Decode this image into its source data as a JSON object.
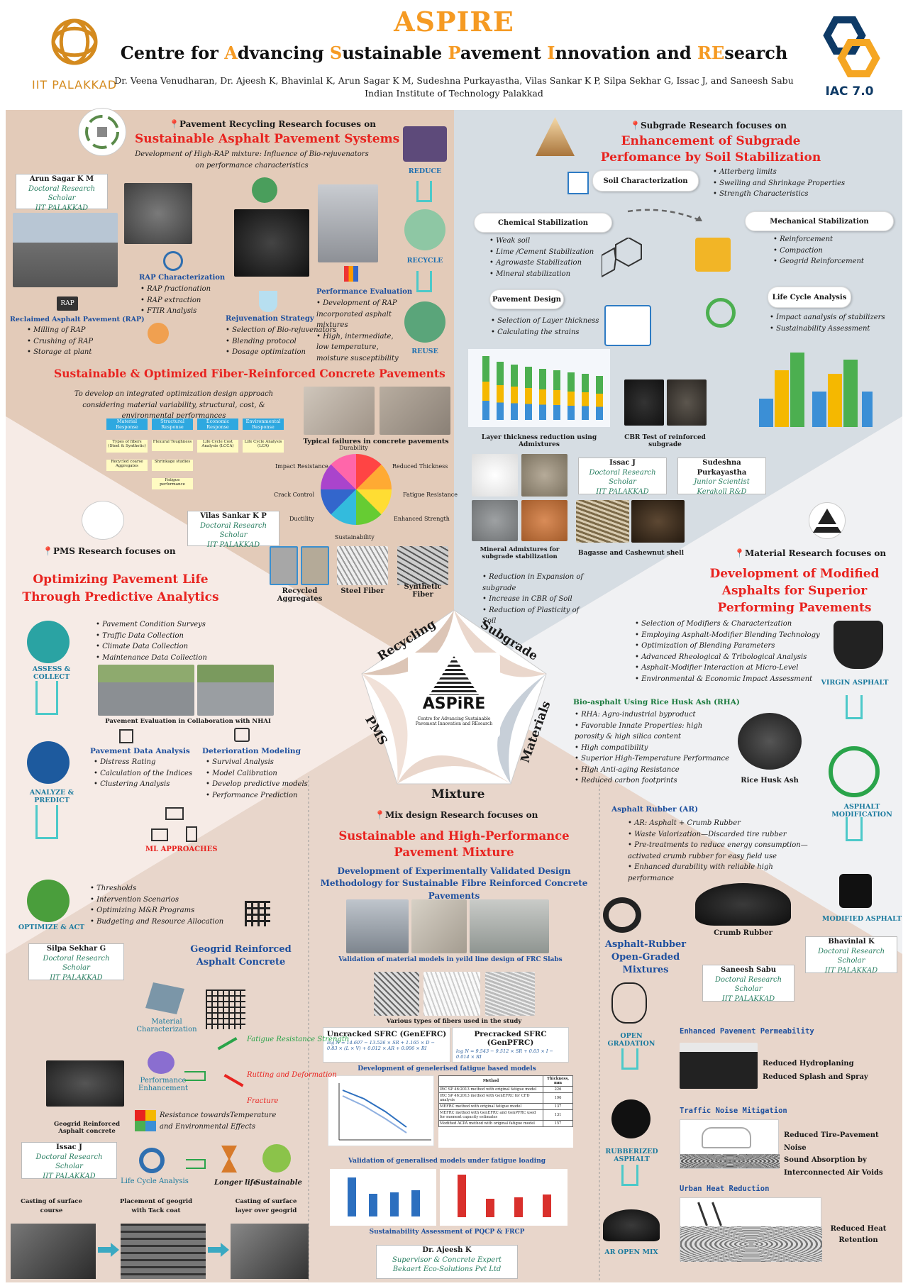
{
  "header": {
    "title": "ASPIRE",
    "subtitle_parts": [
      [
        "Centre for ",
        ""
      ],
      [
        "A",
        "hl"
      ],
      [
        "dvancing ",
        ""
      ],
      [
        "S",
        "hl"
      ],
      [
        "ustainable ",
        ""
      ],
      [
        "P",
        "hl"
      ],
      [
        "avement ",
        ""
      ],
      [
        "I",
        "hl"
      ],
      [
        "nnovation and ",
        ""
      ],
      [
        "RE",
        "hl"
      ],
      [
        "search",
        ""
      ]
    ],
    "authors": "Dr. Veena Venudharan, Dr. Ajeesh K, Bhavinlal K, Arun Sagar K M, Sudeshna Purkayastha, Vilas Sankar K P, Silpa Sekhar G, Issac J, and Saneesh Sabu",
    "institution": "Indian Institute of Technology Palakkad",
    "logo_left": "IIT PALAKKAD",
    "logo_right": "IAC 7.0"
  },
  "recycling": {
    "focus": "Pavement Recycling Research focuses on",
    "title": "Sustainable Asphalt Pavement Systems",
    "subtitle": "Development of High-RAP mixture: Influence of Bio-rejuvenators on performance characteristics",
    "rap_badge": "RAP",
    "rap_title": "Reclaimed Asphalt Pavement (RAP)",
    "rap_items": [
      "Milling of RAP",
      "Crushing of RAP",
      "Storage at plant"
    ],
    "char_title": "RAP Characterization",
    "char_items": [
      "RAP fractionation",
      "RAP extraction",
      "FTIR Analysis"
    ],
    "rejuv_title": "Rejuvenation Strategy",
    "rejuv_items": [
      "Selection of Bio-rejuvenators",
      "Blending protocol",
      "Dosage optimization"
    ],
    "perf_title": "Performance Evaluation",
    "perf_items": [
      "Development of RAP incorporated asphalt mixtures",
      "High, intermediate, low temperature, moisture susceptibility"
    ],
    "cycle": [
      "REDUCE",
      "RECYCLE",
      "REUSE"
    ],
    "person": {
      "name": "Arun Sagar K M",
      "role": "Doctoral Research Scholar",
      "org": "IIT PALAKKAD"
    },
    "frc_title": "Sustainable & Optimized Fiber-Reinforced Concrete Pavements",
    "frc_sub": "To develop an integrated optimization design approach considering material variability, structural, cost, & environmental performances",
    "tree_heads": [
      "Material Response",
      "Structural Response",
      "Economic Response",
      "Environmental Response"
    ],
    "tree_items": [
      "Types of fibers (Steel & Synthetic)",
      "Recycled coarse Aggregates",
      "Flexural Toughness",
      "Shrinkage studies",
      "Fatigue performance",
      "Life Cycle Cost Analysis (LCCA)",
      "Life Cycle Analysis (LCA)"
    ],
    "failures_cap": "Typical failures in concrete pavements",
    "wheel_labels": [
      "Durability",
      "Reduced Thickness",
      "Fatigue Resistance",
      "Enhanced Strength",
      "Sustainability",
      "Ductility",
      "Crack Control",
      "Impact Resistance"
    ],
    "person2": {
      "name": "Vilas Sankar K P",
      "role": "Doctoral Research Scholar",
      "org": "IIT PALAKKAD"
    },
    "materials": [
      "Recycled Aggregates",
      "Steel Fiber",
      "Synthetic Fiber"
    ]
  },
  "subgrade": {
    "focus": "Subgrade Research focuses on",
    "title": "Enhancement of Subgrade Perfomance by Soil Stabilization",
    "soil_char": "Soil Characterization",
    "soil_items": [
      "Atterberg limits",
      "Swelling and Shrinkage Properties",
      "Strength Characteristics"
    ],
    "chem": "Chemical Stabilization",
    "chem_items": [
      "Weak soil",
      "Lime /Cement Stabilization",
      "Agrowaste Stabilization",
      "Mineral stabilization"
    ],
    "mech": "Mechanical Stabilization",
    "mech_items": [
      "Reinforcement",
      "Compaction",
      "Geogrid Reinforcement"
    ],
    "pave": "Pavement Design",
    "pave_items": [
      "Selection of Layer thickness",
      "Calculating the strains"
    ],
    "lca": "Life Cycle Analysis",
    "lca_items": [
      "Impact aanalysis of stabilizers",
      "Sustainability Assessment"
    ],
    "chart_cap": "Layer thickness reduction using Admixtures",
    "cbr_cap": "CBR Test of reinforced subgrade",
    "p1": {
      "name": "Issac J",
      "role": "Doctoral Research Scholar",
      "org": "IIT PALAKKAD"
    },
    "p2": {
      "name": "Sudeshna Purkayastha",
      "role": "Junior Scientist",
      "org": "Kerakoll R&D"
    },
    "adm_cap": "Mineral Admixtures for subgrade stabilization",
    "bag_cap": "Bagasse and Cashewnut shell",
    "results": [
      "Reduction in Expansion of subgrade",
      "Increase in CBR of Soil",
      "Reduction of Plasticity of Soil"
    ]
  },
  "pms": {
    "focus": "PMS Research focuses on",
    "title": "Optimizing Pavement Life Through Predictive Analytics",
    "steps": [
      "ASSESS & COLLECT",
      "ANALYZE & PREDICT",
      "OPTIMIZE & ACT"
    ],
    "collect_items": [
      "Pavement Condition Surveys",
      "Traffic Data Collection",
      "Climate Data Collection",
      "Maintenance Data Collection"
    ],
    "photo_cap": "Pavement Evaluation in Collaboration with NHAI",
    "pda": "Pavement Data Analysis",
    "pda_items": [
      "Distress Rating",
      "Calculation of the Indices",
      "Clustering Analysis"
    ],
    "dm": "Deterioration Modeling",
    "dm_items": [
      "Survival Analysis",
      "Model Calibration",
      "Develop predictive models",
      "Performance Prediction"
    ],
    "ml": "ML APPROACHES",
    "act_items": [
      "Thresholds",
      "Intervention Scenarios",
      "Optimizing M&R Programs",
      "Budgeting and Resource Allocation"
    ],
    "person": {
      "name": "Silpa Sekhar G",
      "role": "Doctoral Research Scholar",
      "org": "IIT PALAKKAD"
    }
  },
  "materials": {
    "focus": "Material Research focuses on",
    "title": "Development of Modified Asphalts for Superior Performing Pavements",
    "items": [
      "Selection of Modifiers & Characterization",
      "Employing Asphalt-Modifier Blending Technology",
      "Optimization of Blending Parameters",
      "Advanced Rheological & Tribological Analysis",
      "Asphalt-Modifier Interaction at Micro-Level",
      "Environmental & Economic Impact Assessment"
    ],
    "flow": [
      "VIRGIN ASPHALT",
      "ASPHALT MODIFICATION",
      "MODIFIED ASPHALT"
    ],
    "rha_title": "Bio-asphalt Using Rice Husk Ash (RHA)",
    "rha_items": [
      "RHA: Agro-industrial byproduct",
      "Favorable Innate Properties: high porosity & high silica content",
      "High compatibility",
      "Superior High-Temperature Performance",
      "High Anti-aging Resistance",
      "Reduced carbon footprints"
    ],
    "rha_cap": "Rice Husk Ash",
    "ar_title": "Asphalt Rubber (AR)",
    "ar_items": [
      "AR: Asphalt + Crumb Rubber",
      "Waste Valorization—Discarded tire rubber",
      "Pre-treatments to reduce energy consumption—activated crumb rubber for easy field use",
      "Enhanced durability with reliable high performance"
    ],
    "cr_cap": "Crumb Rubber",
    "person": {
      "name": "Bhavinlal K",
      "role": "Doctoral Research Scholar",
      "org": "IIT PALAKKAD"
    }
  },
  "center": {
    "labels": [
      "Recycling",
      "Subgrade",
      "Materials",
      "Mixture",
      "PMS"
    ],
    "logo": "ASPiRE",
    "logo_sub": "Centre for Advancing Sustainable Pavement Innovation and REsearch"
  },
  "geogrid": {
    "title": "Geogrid Reinforced Asphalt Concrete",
    "char": "Material Characterization",
    "perf": "Performance Enhancement",
    "fatigue": "Fatigue Resistance Strength",
    "rutting": "Rutting and Deformation",
    "fracture": "Fracture",
    "resist": "Resistance towardsTemperature and Environmental Effects",
    "photo_cap": "Geogrid Reinforced Asphalt concrete",
    "lca": "Life Cycle Analysis",
    "longer": "Longer life",
    "sust": "Sustainable",
    "person": {
      "name": "Issac J",
      "role": "Doctoral Research Scholar",
      "org": "IIT PALAKKAD"
    },
    "steps": [
      "Casting of surface course",
      "Placement of geogrid with Tack coat",
      "Casting of surface layer over geogrid"
    ]
  },
  "mixture": {
    "focus": "Mix design Research focuses on",
    "title": "Sustainable and High-Performance Pavement Mixture",
    "sub": "Development of Experimentally Validated Design Methodology for Sustainable Fibre Reinforced Concrete Pavements",
    "val_cap": "Validation of material models in yeild line design of FRC Slabs",
    "fib_cap": "Various types of fibers used in the study",
    "unc": "Uncracked SFRC (GenEFRC)",
    "unc_eq": "log N = 14.607 − 13.526 × SR + 1.165 × D − 0.83 × (L × V) + 0.012 × AR + 0.006 × RI",
    "pre": "Precracked SFRC (GenPFRC)",
    "pre_eq": "log N = 9.543 − 9.512 × SR + 0.03 × I − 0.014 × RI",
    "fat_cap": "Development of genelerised fatigue based models",
    "table_head": [
      "Method",
      "Thickness, mm"
    ],
    "table_rows": [
      [
        "IRC SP 46:2013 method with original fatigue model",
        "226"
      ],
      [
        "IRC SP 46:2013 method with GenEFRC for CFD analysis",
        "196"
      ],
      [
        "MEFRC method with original fatigue model",
        "137"
      ],
      [
        "MEFRC method with GenEFRC and GenPFRC used for moment capacity estimates",
        "131"
      ],
      [
        "Modified ACPA method with original fatigue model",
        "157"
      ]
    ],
    "val2_cap": "Validation of generalised models under fatigue loading",
    "sust_cap": "Sustainability Assessment of PQCP & FRCP",
    "person": {
      "name": "Dr. Ajeesh K",
      "role": "Supervisor & Concrete Expert",
      "org": "Bekaert Eco-Solutions Pvt Ltd"
    }
  },
  "arog": {
    "title": "Asphalt-Rubber Open-Graded Mixtures",
    "flow": [
      "OPEN GRADATION",
      "RUBBERIZED ASPHALT",
      "AR OPEN MIX"
    ],
    "perm": "Enhanced Pavement Permeability",
    "perm_items": [
      "Reduced Hydroplaning",
      "Reduced Splash and Spray"
    ],
    "noise": "Traffic Noise Mitigation",
    "noise_items": [
      "Reduced Tire-Pavement Noise",
      "Sound Absorption by Interconnected Air Voids"
    ],
    "heat": "Urban Heat Reduction",
    "heat_items": [
      "Reduced Heat Retention"
    ],
    "person": {
      "name": "Saneesh Sabu",
      "role": "Doctoral Research Scholar",
      "org": "IIT PALAKKAD"
    }
  },
  "colors": {
    "orange": "#f59a23",
    "red": "#e8231f",
    "blue": "#1d4f9e",
    "green": "#1a7a3d",
    "tan": "#e3cbb9",
    "grey": "#d6dde3",
    "pink": "#f6e9e4"
  }
}
